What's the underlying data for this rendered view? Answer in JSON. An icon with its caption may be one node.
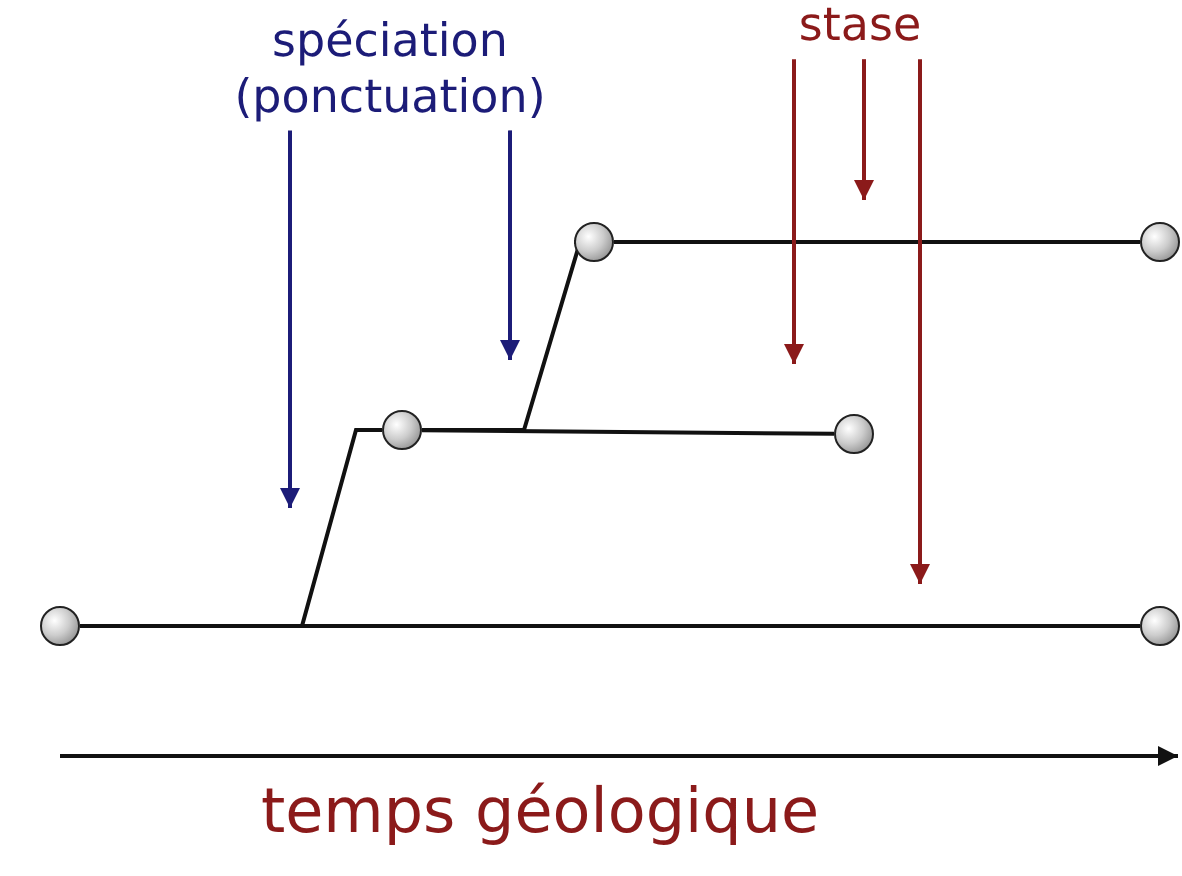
{
  "diagram": {
    "nodes": [
      {
        "text": [],
        "shape": "circle"
      },
      {
        "text": [],
        "shape": "circle"
      },
      {
        "text": [],
        "shape": "circle"
      },
      {
        "text": [],
        "shape": "circle"
      },
      {
        "text": [],
        "shape": "circle"
      },
      {
        "text": [],
        "shape": "circle"
      },
      {
        "text": [
          "spéciation (ponctuation)"
        ]
      },
      {
        "text": [
          "stase"
        ]
      }
    ],
    "edges": [
      {
        "from": 0,
        "to": 5,
        "arrow": "none"
      },
      {
        "from": 0,
        "to": 1,
        "arrow": "none"
      },
      {
        "from": 1,
        "to": 3,
        "arrow": "none"
      },
      {
        "from": 1,
        "to": 2,
        "arrow": "none"
      },
      {
        "from": 2,
        "to": 4,
        "arrow": "none"
      },
      {
        "from": 6,
        "to": null,
        "arrow": "to",
        "color": "#1c1c78"
      },
      {
        "from": 6,
        "to": null,
        "arrow": "to",
        "color": "#1c1c78"
      },
      {
        "from": 7,
        "to": null,
        "arrow": "to",
        "color": "#8b1a1a"
      },
      {
        "from": 7,
        "to": null,
        "arrow": "to",
        "color": "#8b1a1a"
      },
      {
        "from": 7,
        "to": null,
        "arrow": "to",
        "color": "#8b1a1a"
      }
    ],
    "labels": [
      "temps géologique"
    ]
  }
}
